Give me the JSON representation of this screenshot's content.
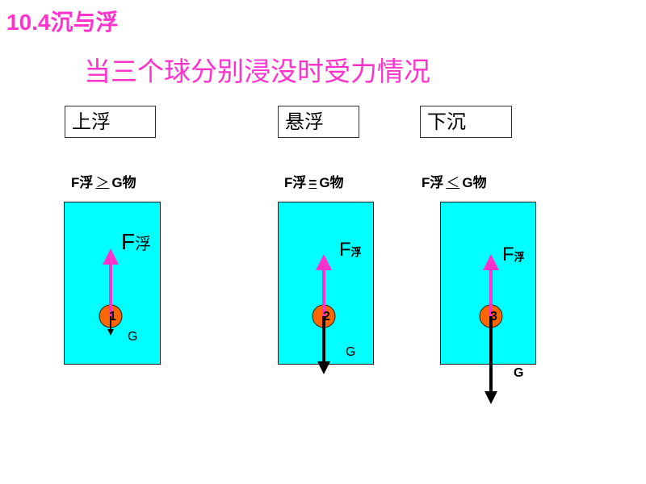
{
  "section_title": "10.4沉与浮",
  "main_title": "当三个球分别浸没时受力情况",
  "cases": [
    {
      "state": "上浮",
      "relation": {
        "left": "F浮",
        "symbol": "＞",
        "right": "G物"
      },
      "buoyancy_label": {
        "main": "F",
        "sub": "浮"
      },
      "gravity_label": "G",
      "ball_number": "1"
    },
    {
      "state": "悬浮",
      "relation": {
        "left": "F浮",
        "symbol": "=",
        "right": "G物"
      },
      "buoyancy_label": {
        "main": "F",
        "sub": "浮"
      },
      "gravity_label": "G",
      "ball_number": "2"
    },
    {
      "state": "下沉",
      "relation": {
        "left": "F浮",
        "symbol": "＜",
        "right": "G物"
      },
      "buoyancy_label": {
        "main": "F",
        "sub": "浮"
      },
      "gravity_label": "G",
      "ball_number": "3"
    }
  ],
  "colors": {
    "title": "#ff33cc",
    "water": "#00ffff",
    "ball": "#ff6600",
    "buoyancy_arrow": "#ff33cc",
    "gravity_arrow": "#000000"
  }
}
